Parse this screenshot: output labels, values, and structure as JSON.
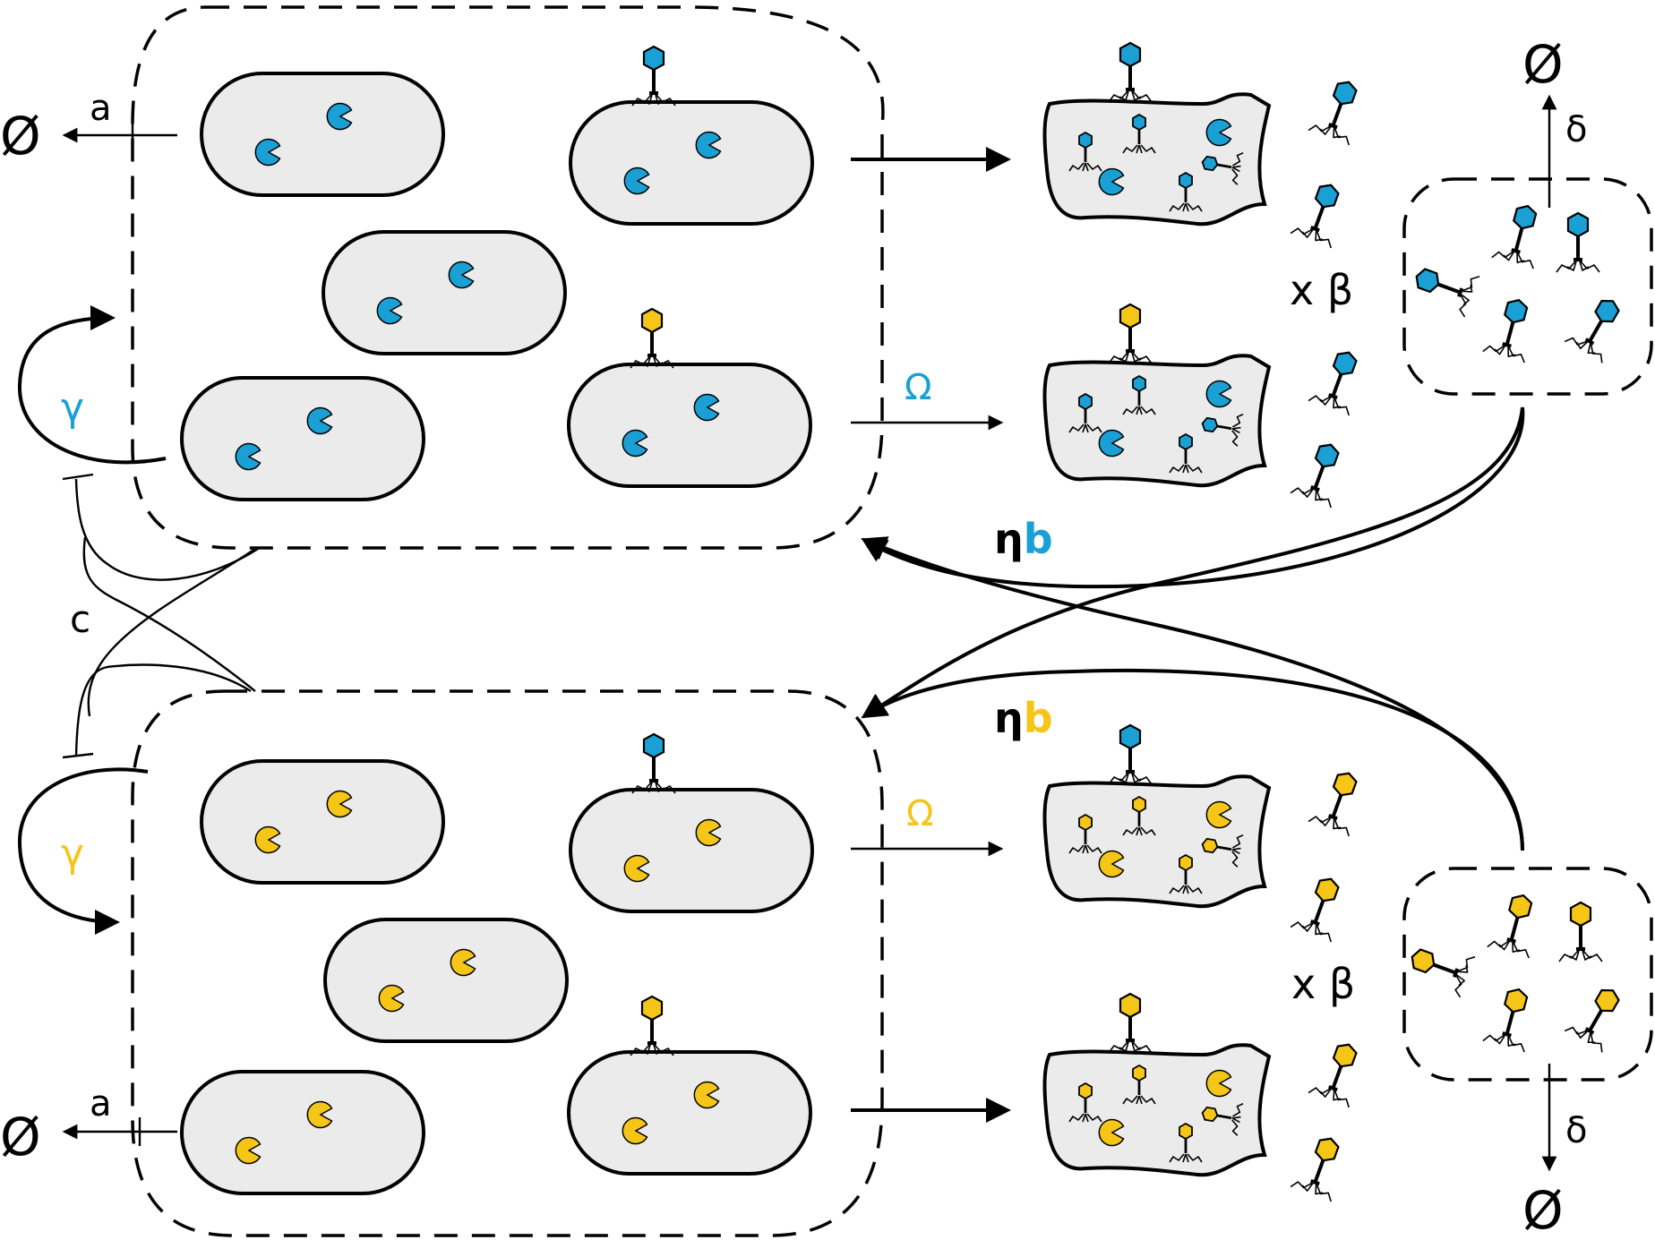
{
  "colors": {
    "blue": "#1aa0d4",
    "yellow": "#f5c518",
    "cell_fill": "#ebebeb"
  },
  "labels": {
    "null_symbol": "Ø",
    "a": "a",
    "delta": "δ",
    "gamma": "γ",
    "c": "c",
    "omega": "Ω",
    "eta": "η",
    "b": "b",
    "x_beta": "x β"
  }
}
